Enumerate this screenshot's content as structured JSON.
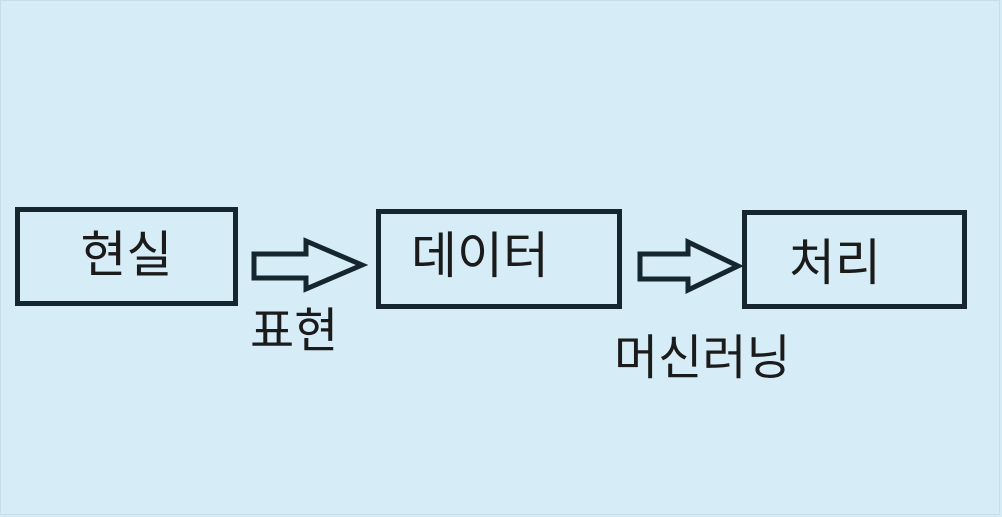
{
  "diagram": {
    "nodes": [
      {
        "id": "reality",
        "label": "현실"
      },
      {
        "id": "data",
        "label": "데이터"
      },
      {
        "id": "processing",
        "label": "처리"
      }
    ],
    "edges": [
      {
        "from": "reality",
        "to": "data",
        "label": "표현"
      },
      {
        "from": "data",
        "to": "processing",
        "label": "머신러닝"
      }
    ]
  },
  "colors": {
    "background": "#d6edf7",
    "stroke": "#15262e",
    "text": "#1b1b1b"
  }
}
